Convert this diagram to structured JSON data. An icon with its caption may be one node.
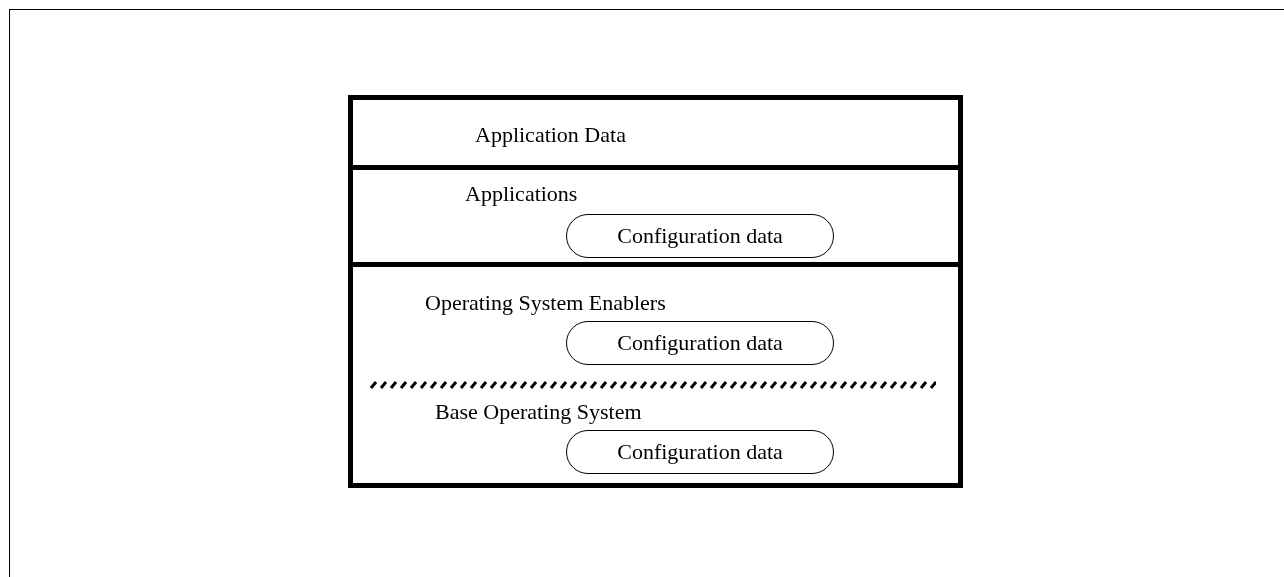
{
  "diagram": {
    "nodes": [
      {
        "text": [
          "Application Data"
        ]
      },
      {
        "text": [
          "Applications"
        ]
      },
      {
        "text": [
          "Configuration data"
        ],
        "in": 1
      },
      {
        "text": [
          "Operating System Enablers"
        ]
      },
      {
        "text": [
          "Configuration data"
        ],
        "in": 3
      },
      {
        "text": [
          "Base Operating System"
        ]
      },
      {
        "text": [
          "Configuration data"
        ],
        "in": 5
      }
    ]
  }
}
